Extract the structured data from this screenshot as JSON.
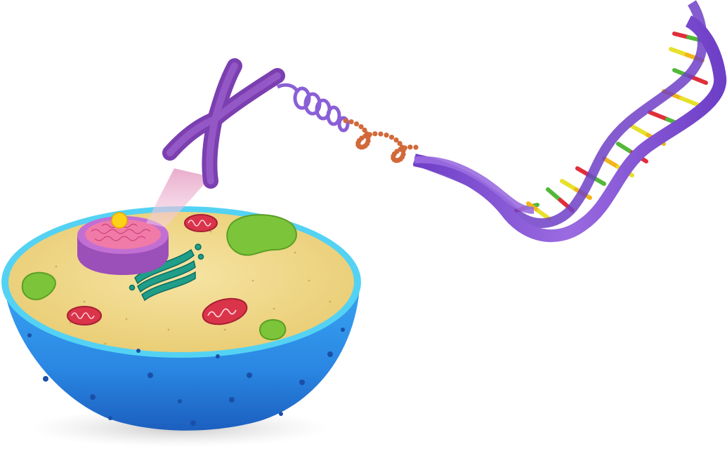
{
  "illustration": {
    "subject": "cell-to-dna",
    "parts": [
      "cell",
      "nucleus",
      "chromosome",
      "chromatin-coil",
      "nucleosome-beads",
      "dna-double-helix"
    ]
  },
  "colors": {
    "background": "#ffffff",
    "cell_shell": "#2f8ee6",
    "cell_shell_dark": "#1f6fc9",
    "cell_rim": "#4fd0f0",
    "cytoplasm": "#f1d98a",
    "nucleus_outer": "#a55bc0",
    "nucleus_inner": "#f07aa8",
    "nucleolus": "#ffd21a",
    "mitochondria": "#d9344a",
    "vacuole": "#7cc43a",
    "golgi": "#1f9e8a",
    "chromosome": "#7b3fb0",
    "dna_backbone": "#8a5fd6",
    "beads": "#d2693a",
    "base_pairs": [
      "#e02f3a",
      "#f2b51a",
      "#53b83a",
      "#e8e02a"
    ]
  }
}
